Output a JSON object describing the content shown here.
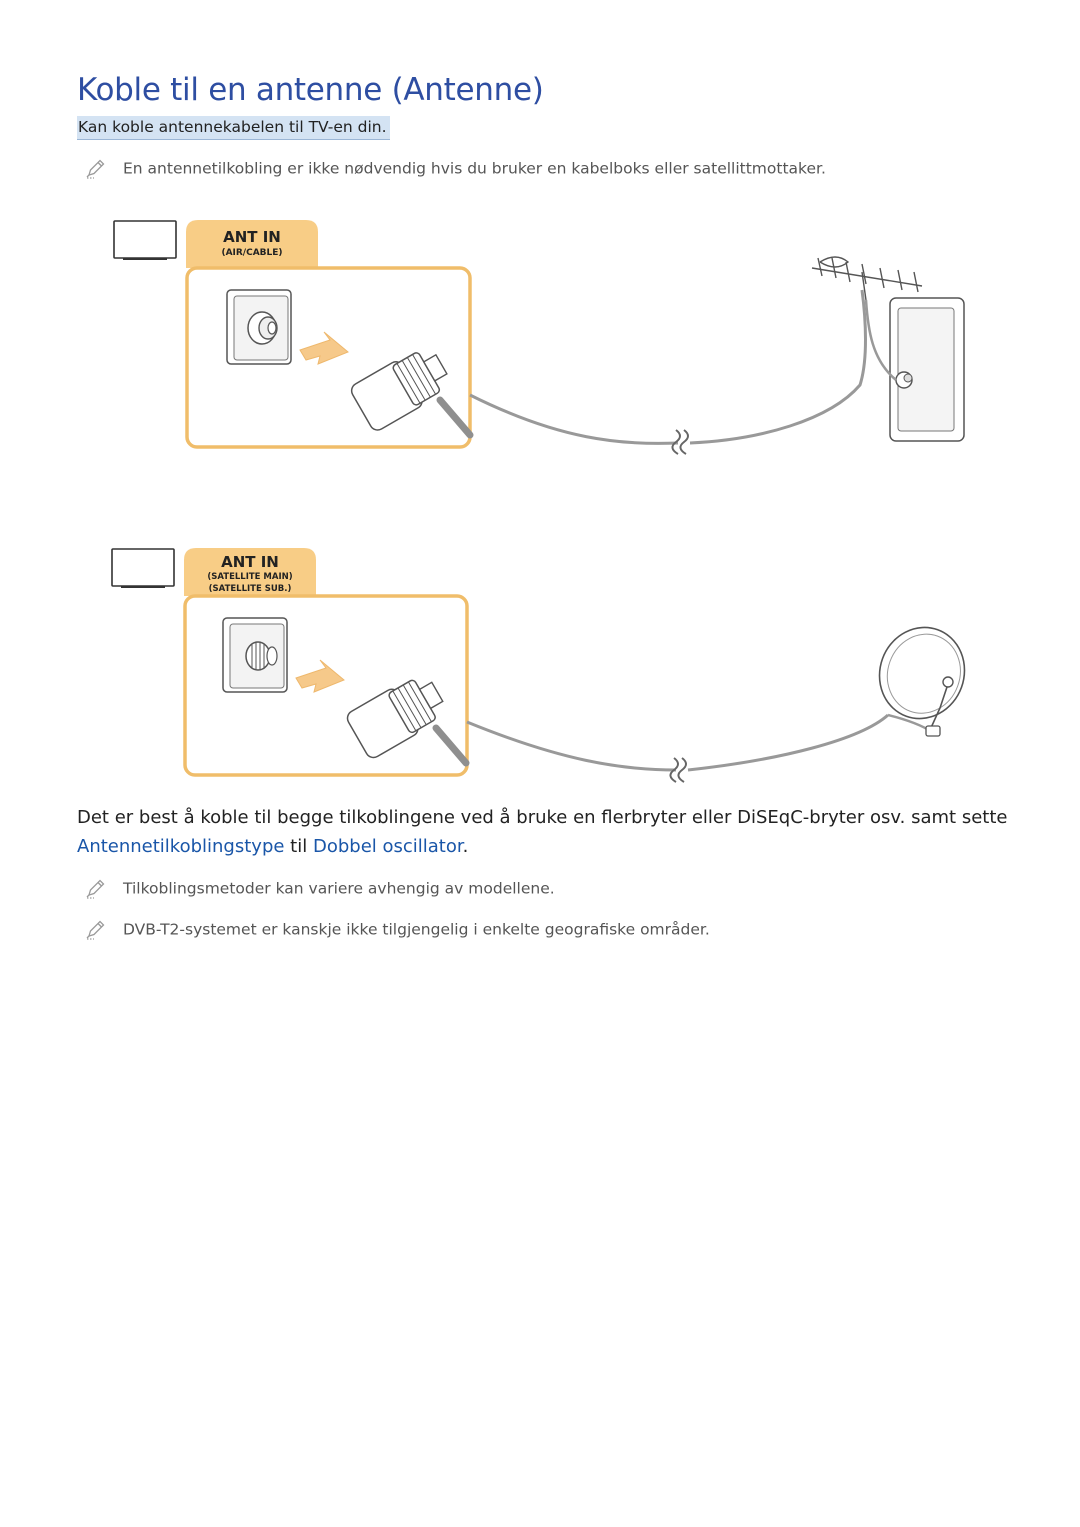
{
  "title": "Koble til en antenne (Antenne)",
  "subtitle": "Kan koble antennekabelen til TV-en din.",
  "notes_top": [
    {
      "icon": "pencil-icon",
      "text": "En antennetilkobling er ikke nødvendig hvis du bruker en kabelboks eller satellittmottaker."
    }
  ],
  "diagram1": {
    "port_title": "ANT IN",
    "port_sub": "(AIR/CABLE)",
    "source_icon": "terrestrial-antenna-icon"
  },
  "diagram2": {
    "port_title": "ANT IN",
    "port_sub1": "(SATELLITE MAIN)",
    "port_sub2": "(SATELLITE SUB.)",
    "source_icon": "satellite-dish-icon"
  },
  "paragraph": {
    "before": "Det er best å koble til begge tilkoblingene ved å bruke en flerbryter eller DiSEqC-bryter osv. samt sette ",
    "kw1": "Antennetilkoblingstype",
    "mid": " til ",
    "kw2": "Dobbel oscillator",
    "after": "."
  },
  "notes_bottom": [
    {
      "icon": "pencil-icon",
      "text": "Tilkoblingsmetoder kan variere avhengig av modellene."
    },
    {
      "icon": "pencil-icon",
      "text": "DVB-T2-systemet er kanskje ikke tilgjengelig i enkelte geografiske områder."
    }
  ],
  "colors": {
    "title": "#2e4ea2",
    "keyword": "#1a56a8",
    "highlight": "#d4e3f3",
    "port_tab": "#f8cd86",
    "port_border": "#f0bd6a"
  }
}
